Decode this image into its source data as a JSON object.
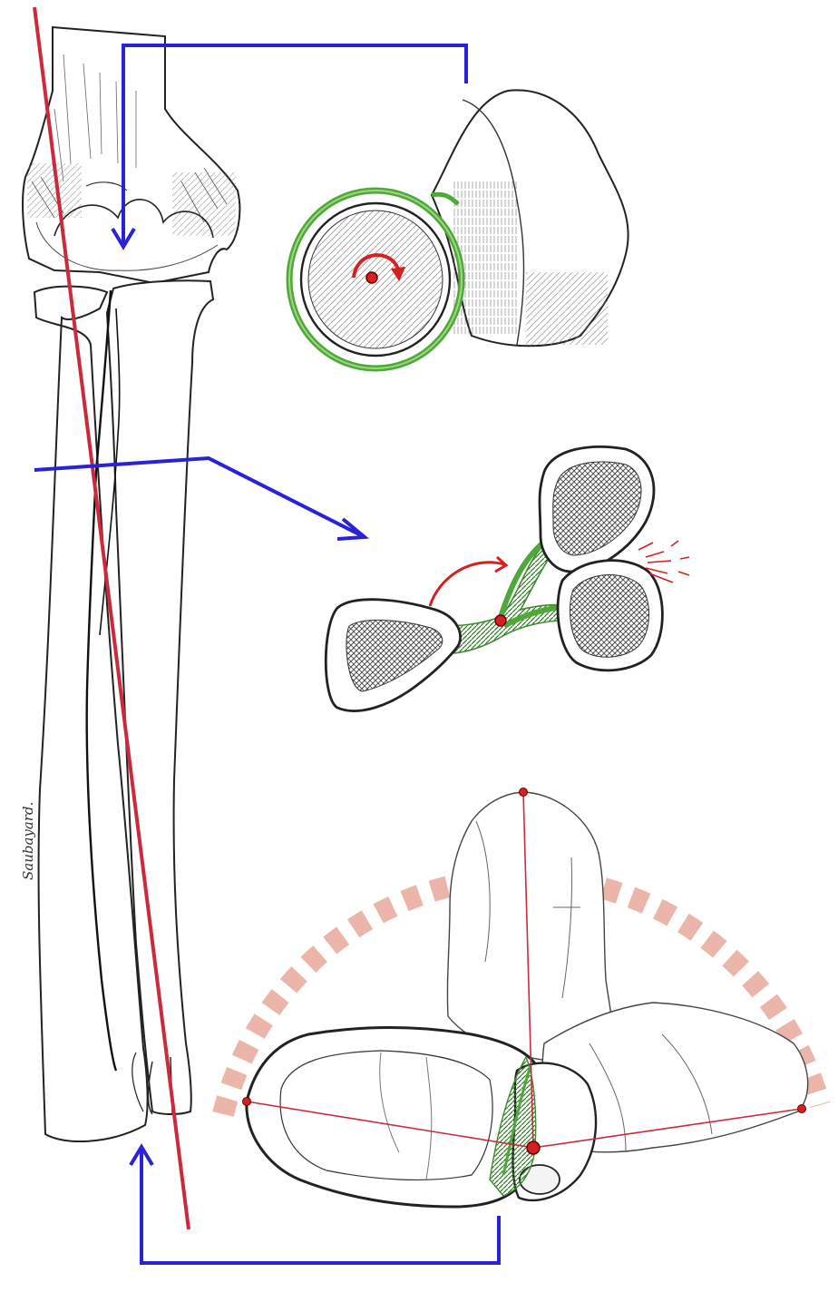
{
  "colors": {
    "outline": "#222222",
    "axis_line": "#cc2a3c",
    "arrow": "#2a22d6",
    "ligament": "#4fa83a",
    "ligament_light": "#9ed880",
    "marker": "#d42020",
    "arc_dash": "#ecb5aa",
    "bone_fill": "#ffffff",
    "hatch": "#4a4a4a"
  },
  "signature": {
    "text": "Saubayard."
  },
  "panels": {
    "forearm": "forearm-anterior-view",
    "proximal": "proximal-radioulnar-section",
    "mid": "mid-shaft-interosseous-section",
    "distal": "distal-radioulnar-rotation"
  }
}
